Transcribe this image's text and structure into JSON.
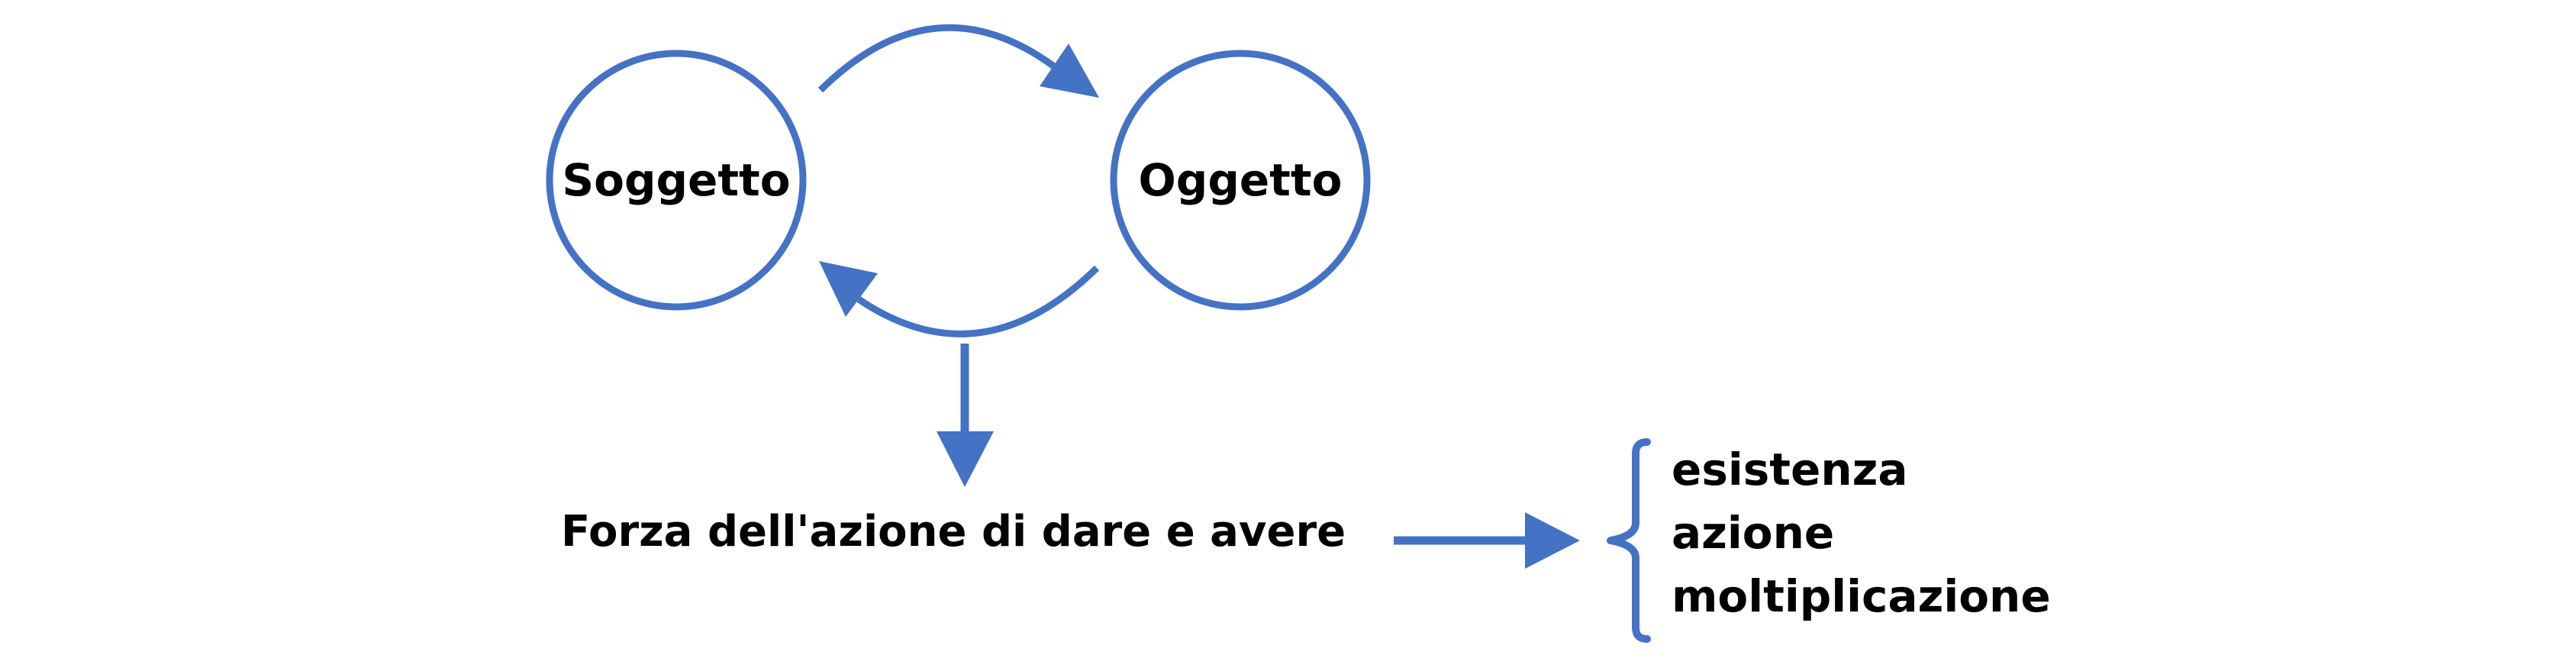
{
  "nodes": {
    "subject": {
      "label": "Soggetto"
    },
    "object": {
      "label": "Oggetto"
    }
  },
  "force_label": "Forza dell'azione di dare e avere",
  "results": [
    "esistenza",
    "azione",
    "moltiplicazione"
  ],
  "colors": {
    "accent": "#4472C4",
    "text": "#000000",
    "background": "#ffffff"
  }
}
